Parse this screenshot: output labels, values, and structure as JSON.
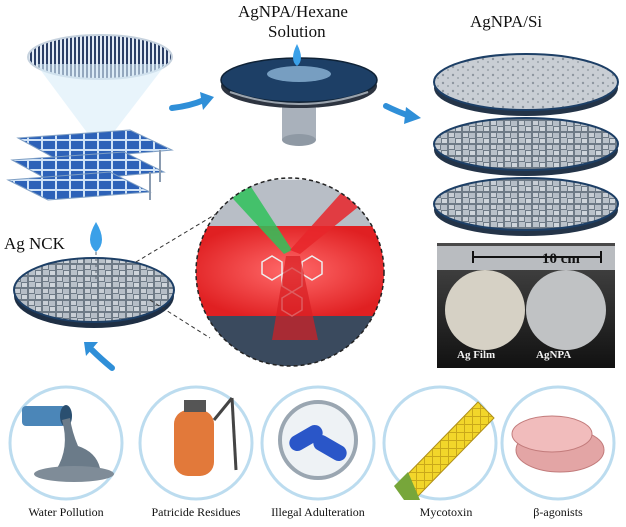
{
  "labels": {
    "hexane_line1": "AgNPA/Hexane",
    "hexane_line2": "Solution",
    "agnpa_si": "AgNPA/Si",
    "ag_nck": "Ag NCK",
    "scale_bar": "10 cm",
    "photo_left": "Ag Film",
    "photo_right": "AgNPA"
  },
  "applications": [
    {
      "label": "Water Pollution",
      "icon": "water-pipe-icon"
    },
    {
      "label": "Patricide Residues",
      "icon": "pesticide-sprayer-icon"
    },
    {
      "label": "Illegal Adulteration",
      "icon": "capsule-magnifier-icon"
    },
    {
      "label": "Mycotoxin",
      "icon": "corn-icon"
    },
    {
      "label": "β-agonists",
      "icon": "meat-icon"
    }
  ],
  "colors": {
    "arrow": "#2f8fd8",
    "disk_edge": "#1d3f66",
    "laser_red": "#e8262a",
    "laser_green": "#2fc25a",
    "solar_panel": "#2a5fb0",
    "circle_border": "#bcdcef"
  }
}
